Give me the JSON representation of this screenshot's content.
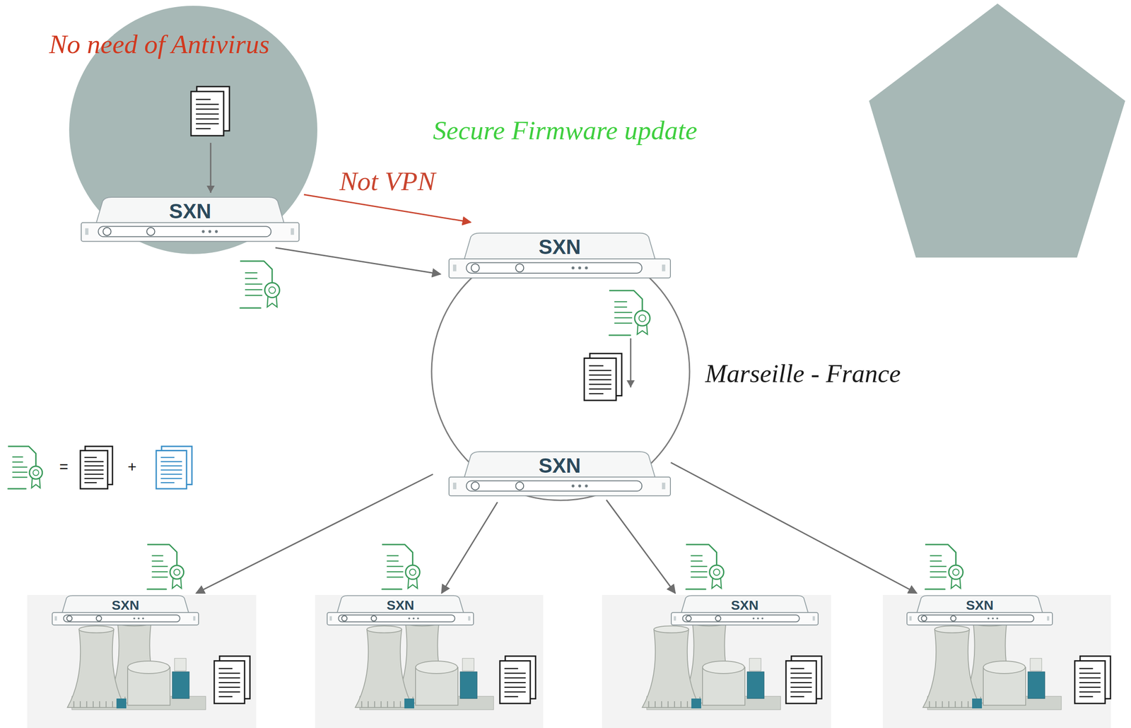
{
  "diagram": {
    "nodes": [
      {
        "text": [
          "No need of Antivirus"
        ]
      },
      {
        "text": [
          "SXN"
        ],
        "in": 0
      },
      {
        "text": [
          "Marseille - France"
        ]
      },
      {
        "text": [
          "SXN"
        ],
        "in": 2
      },
      {
        "text": [
          "SXN"
        ],
        "in": 2
      },
      {
        "text": [
          "SXN"
        ]
      },
      {
        "text": [
          "SXN"
        ]
      },
      {
        "text": [
          "SXN"
        ]
      },
      {
        "text": [
          "SXN"
        ]
      }
    ],
    "edges": [
      {
        "from": 1,
        "to": 3,
        "arrow": "to"
      },
      {
        "from": 1,
        "to": 3,
        "arrow": "to",
        "label": "Not VPN"
      },
      {
        "from": 4,
        "to": 5,
        "arrow": "to"
      },
      {
        "from": 4,
        "to": 6,
        "arrow": "to"
      },
      {
        "from": 4,
        "to": 7,
        "arrow": "to"
      },
      {
        "from": 4,
        "to": 8,
        "arrow": "to"
      }
    ],
    "labels": [
      "Secure Firmware update",
      "=",
      "+"
    ]
  }
}
